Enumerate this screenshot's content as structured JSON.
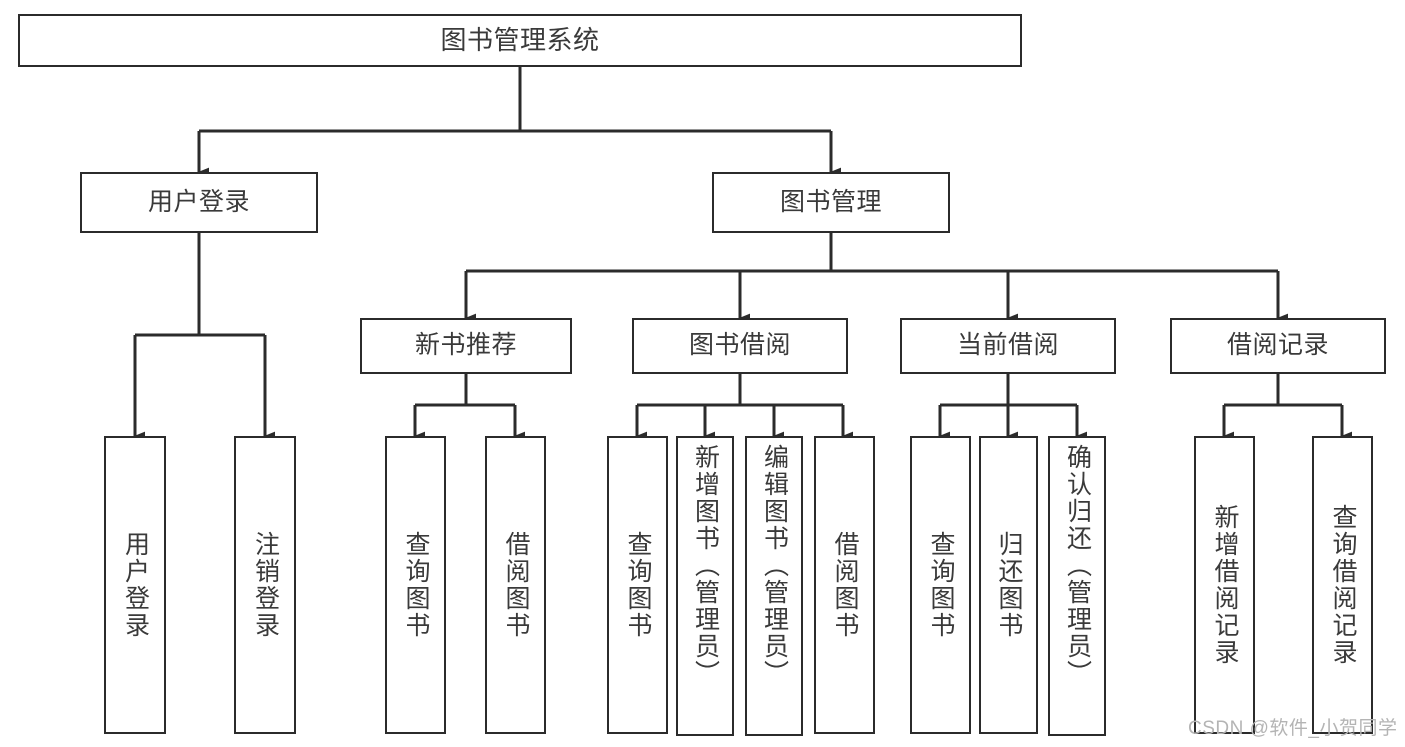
{
  "diagram": {
    "title": "图书管理系统",
    "type": "tree-hierarchy-chart",
    "colors": {
      "background": "#ffffff",
      "box_border": "#2b2b2b",
      "box_fill": "#ffffff",
      "text": "#3a3a3a",
      "connector": "#2b2b2b",
      "watermark": "#b4b4b4"
    }
  },
  "root": {
    "label": "图书管理系统"
  },
  "level2": {
    "user_login": {
      "label": "用户登录"
    },
    "book_manage": {
      "label": "图书管理"
    }
  },
  "level3": {
    "new_book_recommend": {
      "label": "新书推荐"
    },
    "book_borrow": {
      "label": "图书借阅"
    },
    "current_borrow": {
      "label": "当前借阅"
    },
    "borrow_record": {
      "label": "借阅记录"
    }
  },
  "leaves": {
    "user_login_children": [
      {
        "label": "用户登录"
      },
      {
        "label": "注销登录"
      }
    ],
    "new_book_recommend_children": [
      {
        "label": "查询图书"
      },
      {
        "label": "借阅图书"
      }
    ],
    "book_borrow_children": [
      {
        "label": "查询图书"
      },
      {
        "label": "新增图书（管理员）"
      },
      {
        "label": "编辑图书（管理员）"
      },
      {
        "label": "借阅图书"
      }
    ],
    "current_borrow_children": [
      {
        "label": "查询图书"
      },
      {
        "label": "归还图书"
      },
      {
        "label": "确认归还（管理员）"
      }
    ],
    "borrow_record_children": [
      {
        "label": "新增借阅记录"
      },
      {
        "label": "查询借阅记录"
      }
    ]
  },
  "watermark": {
    "text": "CSDN @软件_小贺同学"
  }
}
